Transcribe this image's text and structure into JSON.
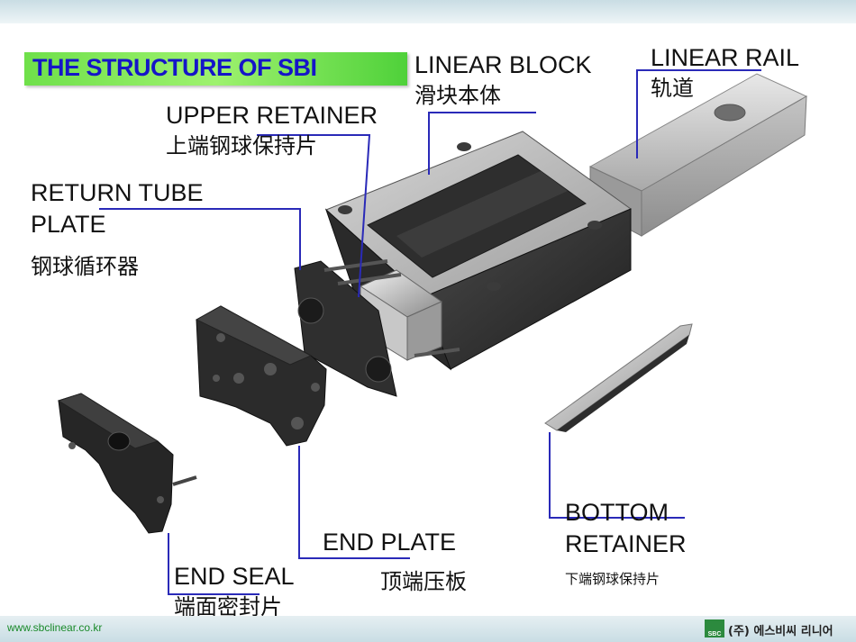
{
  "slide": {
    "title": "THE STRUCTURE OF SBI",
    "footer_url": "www.sbclinear.co.kr",
    "footer_logo": "SBC",
    "footer_company": "(주) 에스비씨 리니어"
  },
  "labels": {
    "linear_block": {
      "en": "LINEAR BLOCK",
      "cn": "滑块本体"
    },
    "linear_rail": {
      "en": "LINEAR RAIL",
      "cn": "轨道"
    },
    "upper_retainer": {
      "en": "UPPER RETAINER",
      "cn": "上端钢球保持片"
    },
    "return_tube_plate": {
      "en_line1": "RETURN TUBE",
      "en_line2": "PLATE",
      "cn": "钢球循环器"
    },
    "end_plate": {
      "en": "END PLATE",
      "cn": "顶端压板"
    },
    "end_seal": {
      "en": "END SEAL",
      "cn": "端面密封片"
    },
    "bottom_retainer": {
      "en_line1": "BOTTOM",
      "en_line2": "RETAINER",
      "cn": "下端钢球保持片"
    }
  },
  "colors": {
    "title_text": "#1515c8",
    "title_bg": "#7fe858",
    "leader_line": "#2a2ab8",
    "part_dark": "#2a2a2a",
    "rail_gray": "#b8b8b8"
  }
}
